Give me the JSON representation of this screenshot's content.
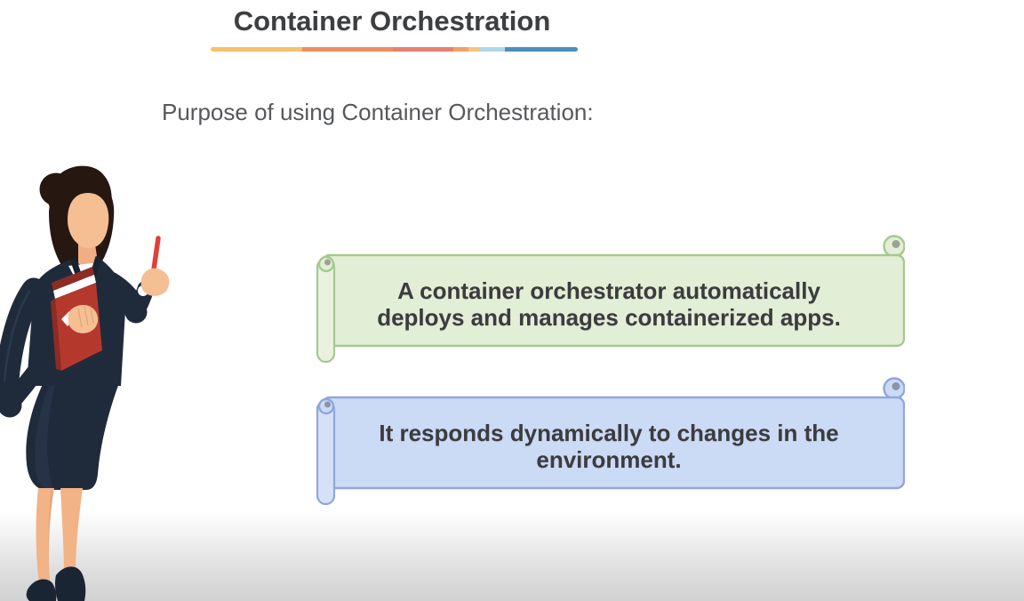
{
  "slide": {
    "title": "Container Orchestration",
    "subtitle": "Purpose of using Container Orchestration:",
    "underline": {
      "segments": [
        {
          "color": "#F6C16C",
          "width": "25%"
        },
        {
          "color": "#EE8F60",
          "width": "24.7%"
        },
        {
          "color": "#EA7F71",
          "width": "16.5%"
        },
        {
          "color": "#F0A263",
          "width": "4.1%"
        },
        {
          "color": "#F7C383",
          "width": "3.1%"
        },
        {
          "color": "#AFD9EA",
          "width": "6.8%"
        },
        {
          "color": "#4C8FBE",
          "width": "19.8%"
        }
      ]
    },
    "callouts": [
      {
        "id": "green-scroll",
        "lines": [
          "A container orchestrator automatically",
          "deploys and manages containerized apps."
        ],
        "fill": "#E3EED6",
        "border": "#A5C98F",
        "strip": "#EAF2DF",
        "curl_dot": "#98A394"
      },
      {
        "id": "blue-scroll",
        "lines": [
          "It responds dynamically to changes in the",
          "environment."
        ],
        "fill": "#CBDAF5",
        "border": "#8FA7DC",
        "strip": "#D6E1F8",
        "curl_dot": "#8C93A6"
      }
    ],
    "illustration": {
      "name": "female-presenter-with-pointer-and-book"
    }
  }
}
